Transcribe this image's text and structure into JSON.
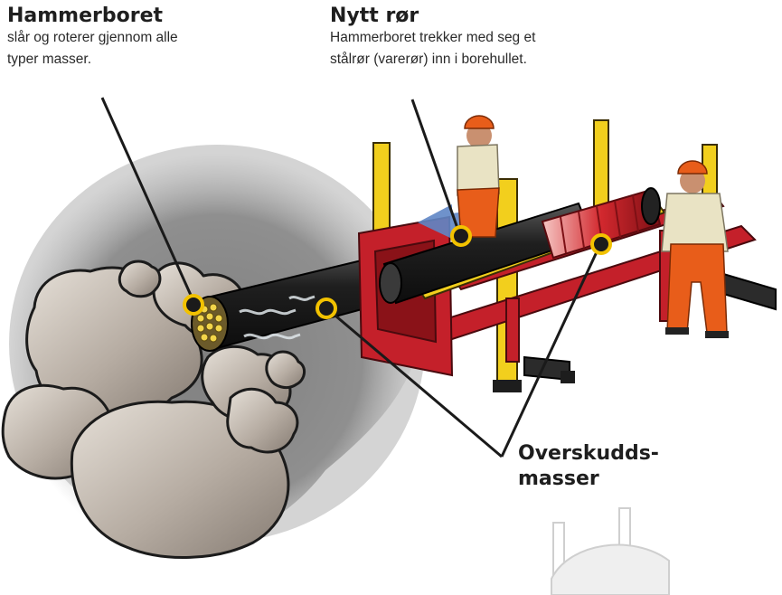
{
  "labels": {
    "hammerboret": {
      "title": "Hammerboret",
      "desc_line1": "slår og roterer gjennom alle",
      "desc_line2": "typer masser."
    },
    "nytt_ror": {
      "title": "Nytt rør",
      "desc_line1": "Hammerboret trekker med seg et",
      "desc_line2": "stålrør (varerør) inn i borehullet."
    },
    "overskuddsmasser": {
      "line1": "Overskudds-",
      "line2": "masser"
    }
  },
  "colors": {
    "frame_red": "#c4202a",
    "frame_yellow": "#f2cf1d",
    "pipe_black": "#1c1c1c",
    "rock": "#b8aea4",
    "ground_shadow": "#7f7f7f",
    "worker_orange": "#e85d1a",
    "callout_ring": "#f2c200"
  }
}
